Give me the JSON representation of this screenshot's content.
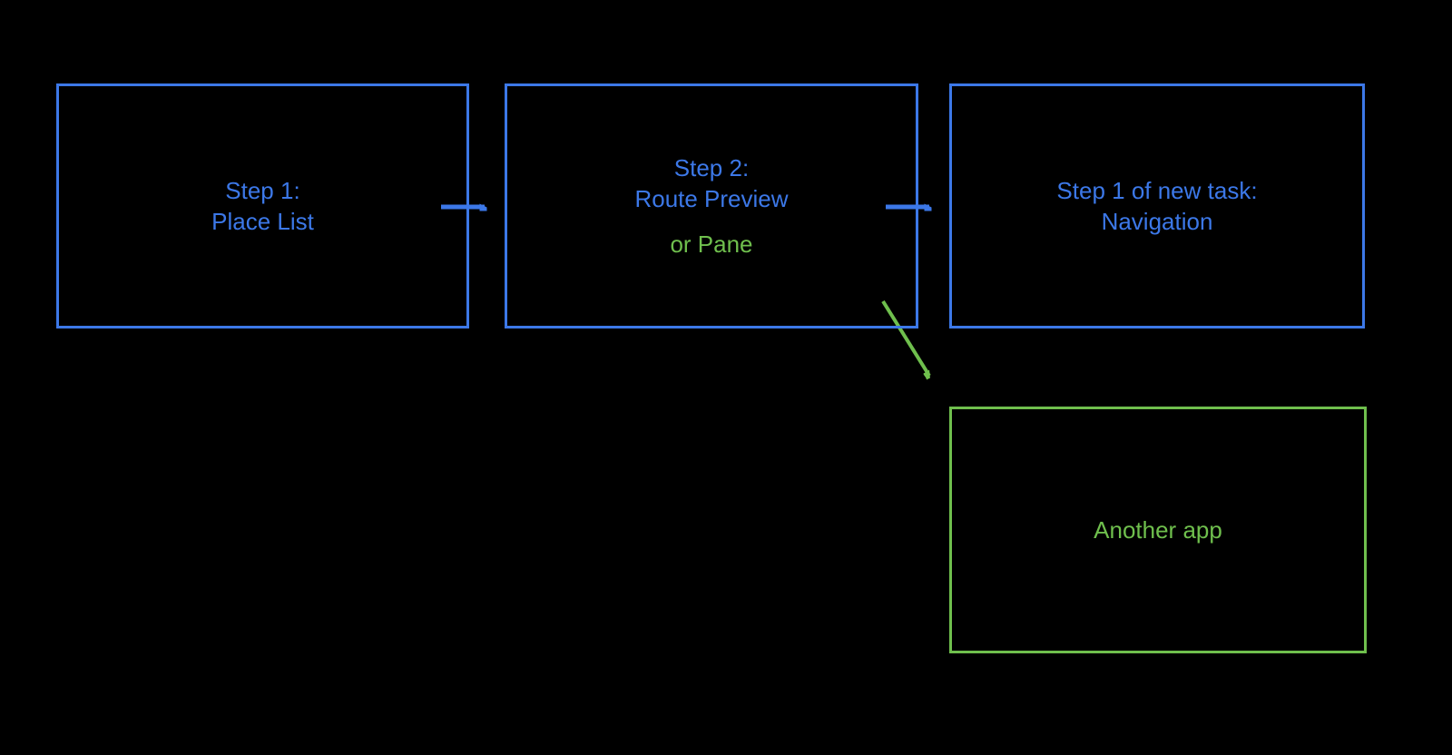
{
  "diagram": {
    "boxes": [
      {
        "id": "step1",
        "label": "Step 1:\nPlace List"
      },
      {
        "id": "step2",
        "label": "Step 2:\nRoute Preview",
        "sublabel": "or Pane"
      },
      {
        "id": "step3",
        "label": "Step 1 of new task:\nNavigation"
      },
      {
        "id": "another-app",
        "label": "Another app"
      }
    ],
    "arrows": [
      {
        "id": "arrow-step1-to-step2",
        "color": "#3c78e8"
      },
      {
        "id": "arrow-step2-to-step3",
        "color": "#3c78e8"
      },
      {
        "id": "arrow-step2-to-another-app",
        "color": "#6fbf4d"
      }
    ]
  },
  "colors": {
    "background": "#000000",
    "blue": "#3c78e8",
    "green": "#6fbf4d"
  }
}
